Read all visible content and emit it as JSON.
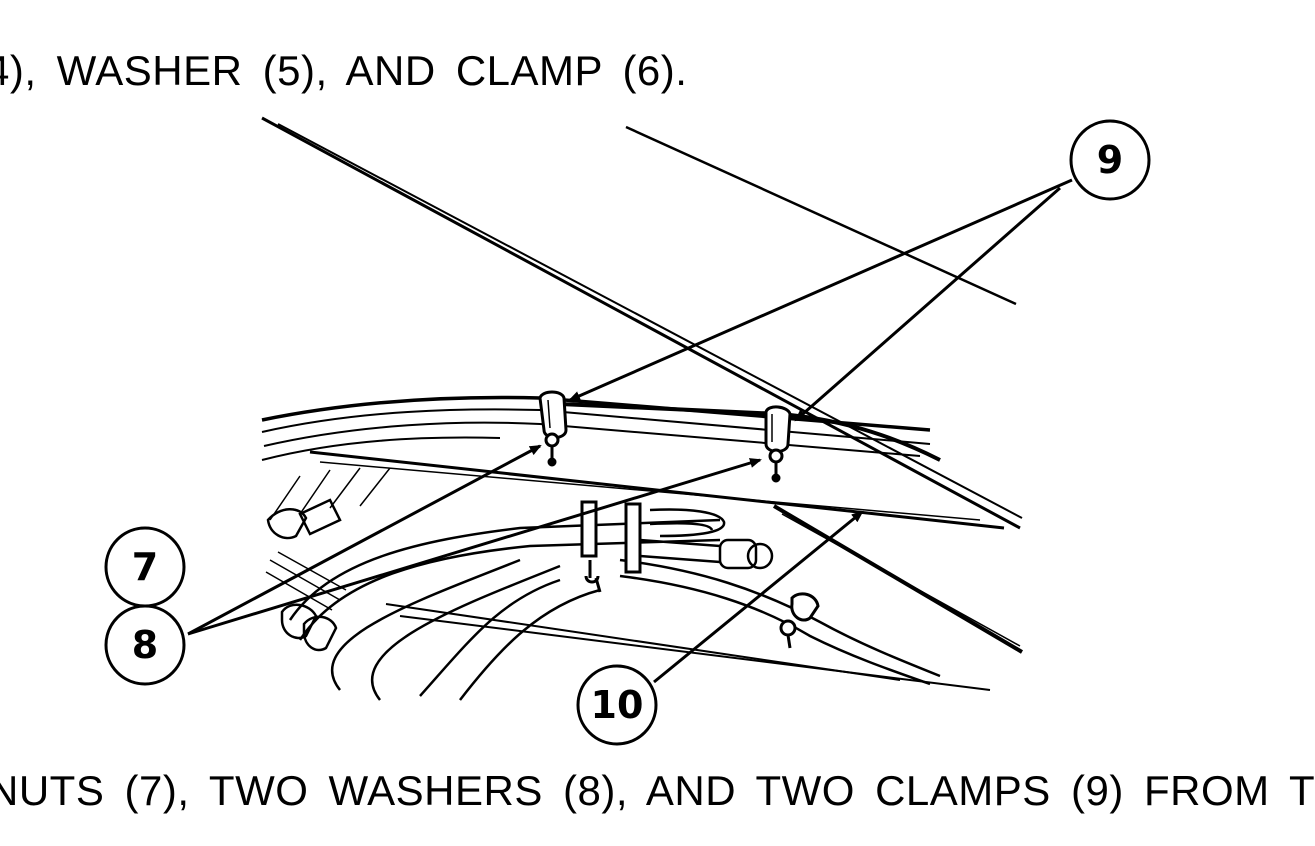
{
  "instructions": {
    "line_top": "4), WASHER (5), AND CLAMP (6).",
    "line_bottom": "NUTS (7), TWO WASHERS (8), AND TWO CLAMPS (9) FROM T"
  },
  "callouts": {
    "c7": "7",
    "c8": "8",
    "c9": "9",
    "c10": "10"
  }
}
